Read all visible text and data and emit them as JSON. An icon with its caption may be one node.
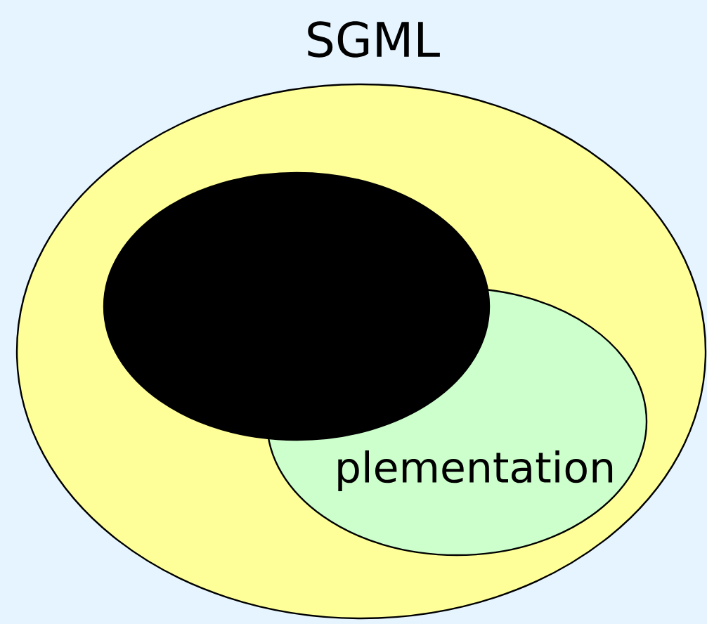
{
  "diagram": {
    "nodes": [
      {
        "text": [
          "SGML"
        ]
      },
      {
        "text": [
          "plementation"
        ],
        "in": 0
      },
      {
        "text": [],
        "shape": "circle",
        "in": 0
      }
    ]
  }
}
